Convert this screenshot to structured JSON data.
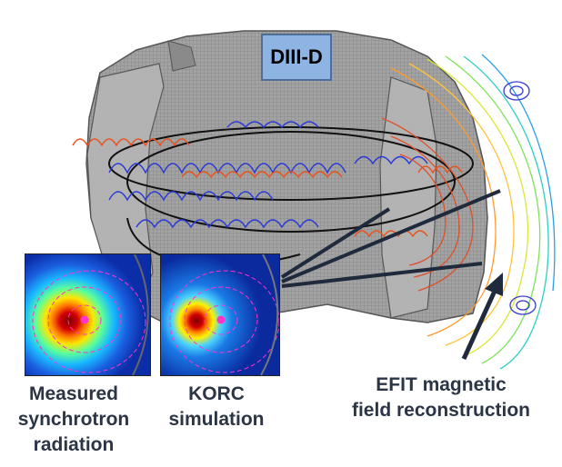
{
  "device_label": "DIII-D",
  "captions": {
    "measured": [
      "Measured",
      "synchrotron",
      "radiation"
    ],
    "korc": [
      "KORC",
      "simulation"
    ],
    "efit": [
      "EFIT magnetic",
      "field reconstruction"
    ]
  },
  "colors": {
    "vessel_gray": "#9b9b9b",
    "mesh_line": "#6d6d6d",
    "label_fill": "#8eb4e3",
    "orbit_blue": "#2b3bd4",
    "orbit_orange": "#e8541c",
    "orbit_black": "#111111",
    "pointer_line": "#1f2a3c",
    "marker_magenta": "#ff33cc"
  }
}
